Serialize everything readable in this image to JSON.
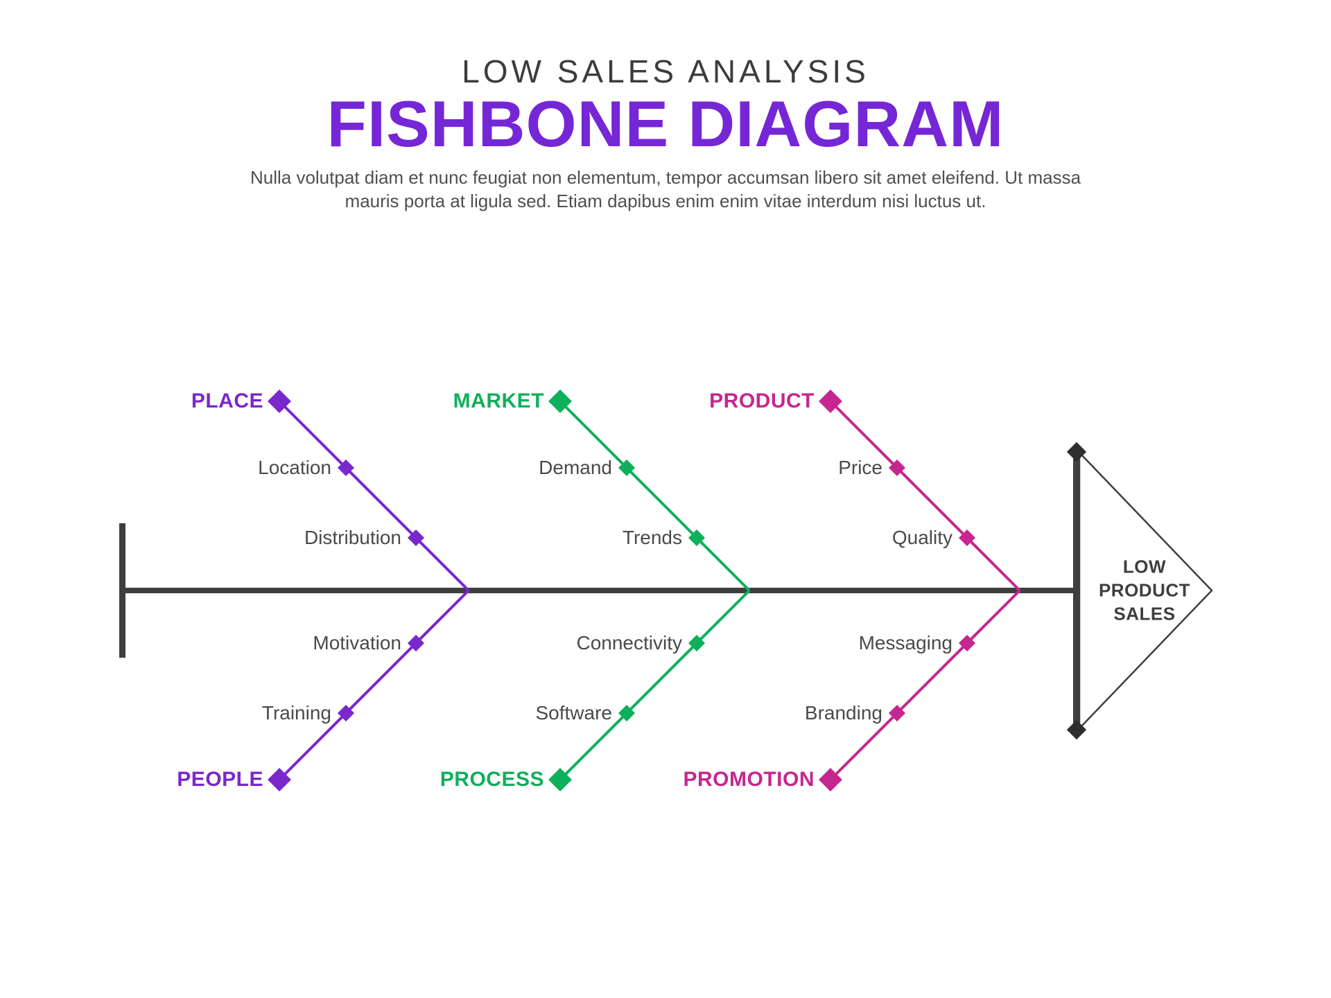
{
  "header": {
    "eyebrow": "LOW SALES ANALYSIS",
    "title": "FISHBONE DIAGRAM",
    "subtitle": "Nulla volutpat diam et nunc feugiat non elementum, tempor accumsan libero sit amet eleifend. Ut massa\nmauris porta at ligula sed. Etiam dapibus enim enim vitae interdum nisi luctus ut."
  },
  "diagram": {
    "effect_label": "LOW\nPRODUCT\nSALES",
    "branches": {
      "place": {
        "label": "PLACE",
        "color": "purple",
        "side": "top",
        "items": [
          "Location",
          "Distribution"
        ]
      },
      "market": {
        "label": "MARKET",
        "color": "green",
        "side": "top",
        "items": [
          "Demand",
          "Trends"
        ]
      },
      "product": {
        "label": "PRODUCT",
        "color": "pink",
        "side": "top",
        "items": [
          "Price",
          "Quality"
        ]
      },
      "people": {
        "label": "PEOPLE",
        "color": "purple",
        "side": "bottom",
        "items": [
          "Motivation",
          "Training"
        ]
      },
      "process": {
        "label": "PROCESS",
        "color": "green",
        "side": "bottom",
        "items": [
          "Connectivity",
          "Software"
        ]
      },
      "promotion": {
        "label": "PROMOTION",
        "color": "pink",
        "side": "bottom",
        "items": [
          "Messaging",
          "Branding"
        ]
      }
    }
  },
  "colors": {
    "purple": "#7a27cc",
    "green": "#0fb05b",
    "pink": "#c6268f",
    "title_purple": "#7527d6",
    "spine_dark": "#3e3e3e",
    "heading_gray": "#3c3c3c",
    "label_gray": "#4a4a4a",
    "subtitle_gray": "#4f4f4f"
  }
}
